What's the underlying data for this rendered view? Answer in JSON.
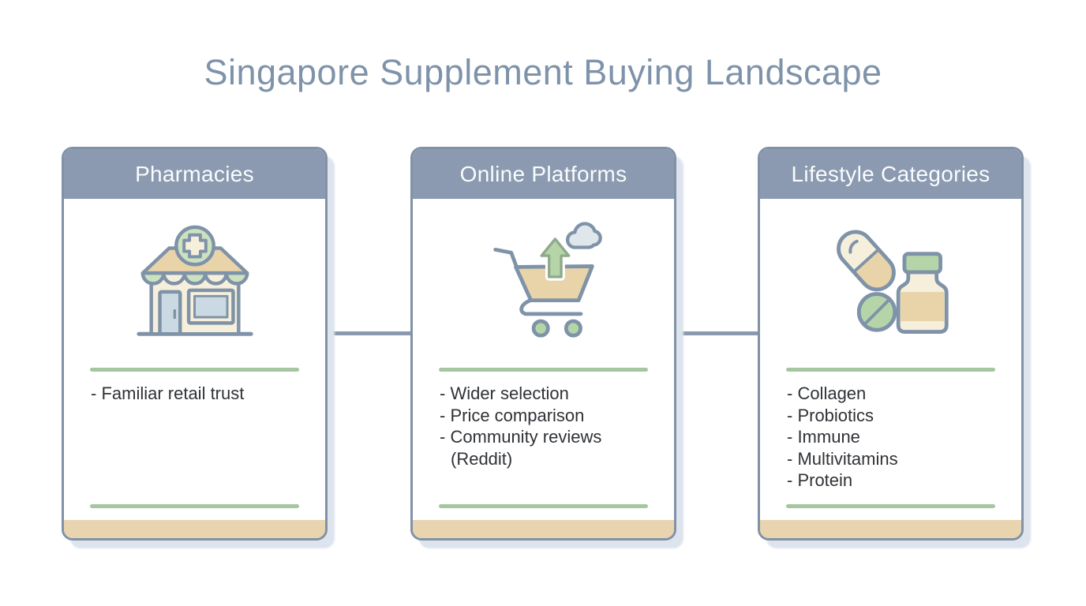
{
  "title": "Singapore Supplement Buying Landscape",
  "cards": [
    {
      "header": "Pharmacies",
      "icon": "pharmacy-storefront",
      "items": [
        "- Familiar retail trust"
      ]
    },
    {
      "header": "Online Platforms",
      "icon": "shopping-cart-upload-cloud",
      "items": [
        "- Wider selection",
        "- Price comparison",
        "- Community reviews (Reddit)"
      ]
    },
    {
      "header": "Lifestyle Categories",
      "icon": "capsule-tablet-supplement-bottle",
      "items": [
        "- Collagen",
        "- Probiotics",
        "- Immune",
        "- Multivitamins",
        "- Protein"
      ]
    }
  ],
  "colors": {
    "page_bg": "#ffffff",
    "title_color": "#7e93aa",
    "header_bg": "#8b9ab0",
    "header_text": "#fafcfd",
    "card_bg": "#ffffff",
    "card_border": "#8192a6",
    "card_shadow": "#dde4ee",
    "divider_green": "#a6c6a2",
    "footer_tan": "#e8d4ae",
    "list_text": "#2f3236",
    "connector": "#8a99ad",
    "icon_outline": "#7f93a8",
    "icon_tan": "#e9d3a9",
    "icon_cream": "#f6efdc",
    "icon_green_light": "#cce1bf",
    "icon_green_mid": "#b5d5a9",
    "icon_blue_light": "#cbdae2",
    "icon_cloud": "#dfe6ec"
  }
}
